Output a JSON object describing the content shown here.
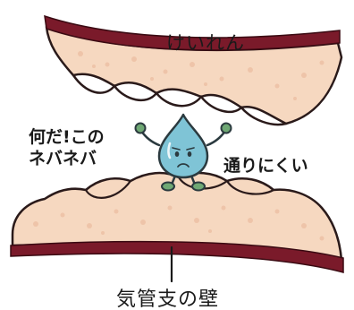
{
  "labels": {
    "spasm": "けいれん",
    "shout_line1": "何だ!この",
    "shout_line2": "ネバネバ",
    "hard_to_pass": "通りにくい",
    "bronchial_wall": "気管支の壁"
  },
  "colors": {
    "wall_outline": "#7a1a2a",
    "wall_fill": "#f6d8c0",
    "wall_edge": "#2a1a1a",
    "droplet_fill": "#7fc4d6",
    "droplet_outline": "#2b3a3f",
    "text": "#1a1a1a"
  }
}
